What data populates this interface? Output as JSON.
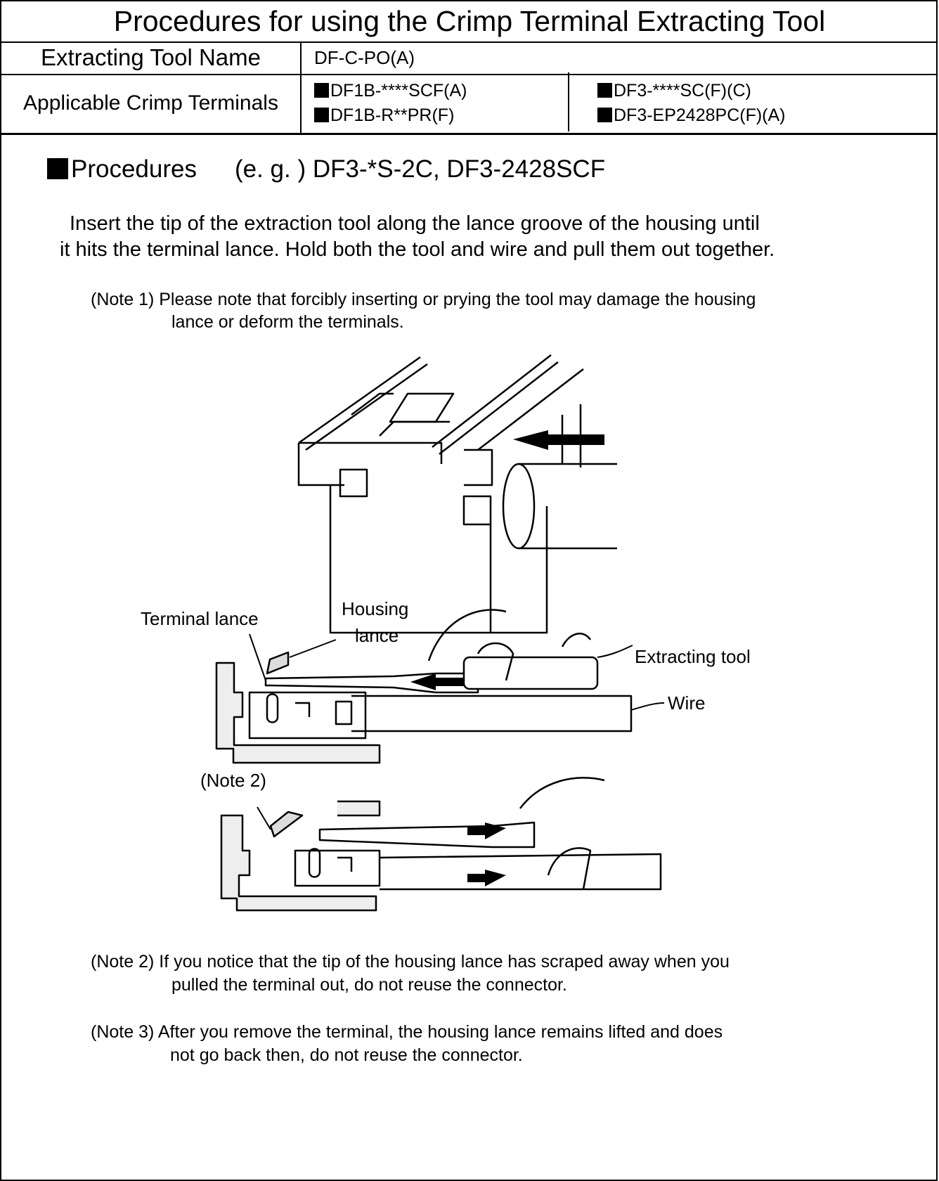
{
  "title": "Procedures for using the Crimp Terminal Extracting Tool",
  "tool_row": {
    "label": "Extracting Tool Name",
    "value": "DF-C-PO(A)"
  },
  "terminals_row": {
    "label": "Applicable Crimp Terminals",
    "items": [
      "DF1B-****SCF(A)",
      "DF3-****SC(F)(C)",
      "DF1B-R**PR(F)",
      "DF3-EP2428PC(F)(A)"
    ]
  },
  "procedures": {
    "heading": "Procedures",
    "example": "(e. g. ) DF3-*S-2C, DF3-2428SCF",
    "instruction_line1": "Insert the tip of the extraction tool along the lance groove of the housing until",
    "instruction_line2": "it hits the terminal lance. Hold both the tool and wire and pull them out together.",
    "note1_line1": "(Note 1) Please note that forcibly inserting or prying the tool may damage the housing",
    "note1_line2": "lance or deform the terminals.",
    "note2_line1": "(Note 2) If you notice that the tip of the housing lance has scraped away when you",
    "note2_line2": "pulled the terminal out, do not reuse the connector.",
    "note3_line1": "(Note 3) After you remove the terminal, the housing lance remains lifted and does",
    "note3_line2": "not go back then, do not reuse the connector."
  },
  "figure_labels": {
    "terminal_lance": "Terminal lance",
    "housing_lance_1": "Housing",
    "housing_lance_2": "lance",
    "extracting_tool": "Extracting tool",
    "wire": "Wire",
    "note2": "(Note 2)"
  }
}
